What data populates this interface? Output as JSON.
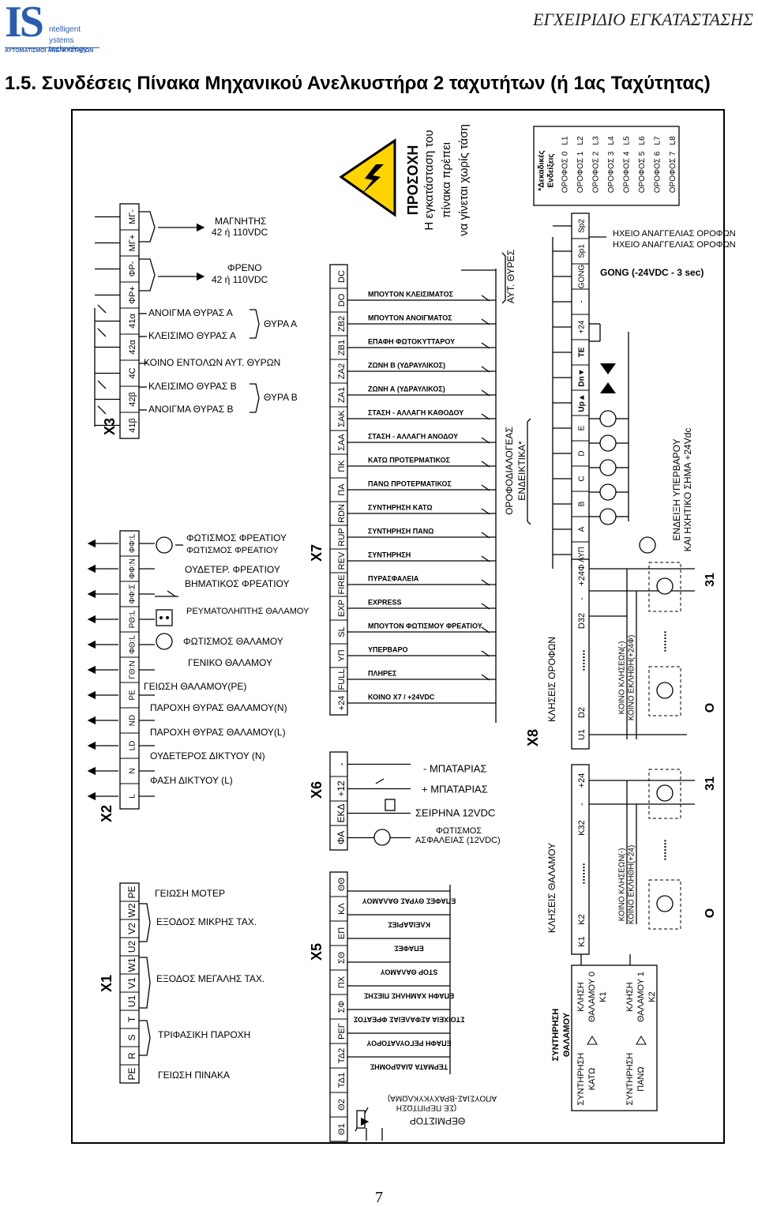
{
  "header": {
    "logo_main": "IS",
    "logo_line1": "ntelligent",
    "logo_line2": "ystems technology",
    "logo_tagline": "ΑΥΤΟΜΑΤΙΣΜΟΙ ΑΝΕΛΚΥΣΤΗΡΩΝ",
    "doc_title": "ΕΓΧΕΙΡΙΔΙΟ ΕΓΚΑΤΑΣΤΑΣΗΣ"
  },
  "section_title": "1.5. Συνδέσεις Πίνακα Μηχανικού Ανελκυστήρα 2 ταχυτήτων (ή 1ας Ταχύτητας)",
  "page_number": "7",
  "warning": {
    "title": "ΠΡΟΣΟΧΗ",
    "line1": "Η εγκατάσταση του",
    "line2": "πίνακα πρέπει",
    "line3": "να γίνεται χωρίς τάση"
  },
  "x3": {
    "label": "X3",
    "terminals": [
      "41β",
      "42β",
      "4C",
      "42α",
      "41α",
      "ΦΡ+",
      "ΦΡ-",
      "ΜΓ+",
      "ΜΓ-"
    ],
    "magnet": "ΜΑΓΝΗΤΗΣ",
    "magnet_v": "42 ή 110VDC",
    "brake": "ΦΡΕΝΟ",
    "brake_v": "42 ή 110VDC",
    "door_a_open": "ΑΝΟΙΓΜΑ ΘΥΡΑΣ Α",
    "door_a_close": "ΚΛΕΙΣΙΜΟ ΘΥΡΑΣ Α",
    "door_a": "ΘΥΡΑ Α",
    "common_auto": "ΚΟΙΝΟ ΕΝΤΟΛΩΝ ΑΥΤ. ΘΥΡΩΝ",
    "door_b_close": "ΚΛΕΙΣΙΜΟ ΘΥΡΑΣ Β",
    "door_b_open": "ΑΝΟΙΓΜΑ ΘΥΡΑΣ Β",
    "door_b": "ΘΥΡΑ Β"
  },
  "x2": {
    "label": "X2",
    "terminals": [
      "L",
      "N",
      "LD",
      "ND",
      "PE",
      "ΓΘ:N",
      "ΦΘ:L",
      "PΘ:L",
      "ΦΦ:Σ",
      "ΦΦ:N",
      "ΦΦ:L"
    ],
    "shaft_light": "ΦΩΤΙΣΜΟΣ ΦΡΕΑΤΙΟΥ",
    "shaft_neutral": "ΟΥΔΕΤΕΡ. ΦΡΕΑΤΙΟΥ",
    "shaft_step": "ΒΗΜΑΤΙΚΟΣ ΦΡΕΑΤΙΟΥ",
    "car_socket": "ΡΕΥΜΑΤΟΛΗΠΤΗΣ ΘΑΛΑΜΟΥ",
    "car_light": "ΦΩΤΙΣΜΟΣ ΘΑΛΑΜΟΥ",
    "car_general": "ΓΕΝΙΚΟ ΘΑΛΑΜΟΥ",
    "car_ground": "ΓΕΙΩΣΗ ΘΑΛΑΜΟΥ(PE)",
    "door_n": "ΠΑΡΟΧΗ ΘΥΡΑΣ ΘΑΛΑΜΟΥ(N)",
    "door_l": "ΠΑΡΟΧΗ ΘΥΡΑΣ ΘΑΛΑΜΟΥ(L)",
    "net_n": "ΟΥΔΕΤΕΡΟΣ ΔΙΚΤΥΟΥ (N)",
    "net_l": "ΦΑΣΗ ΔΙΚΤΥΟΥ (L)"
  },
  "x1": {
    "label": "X1",
    "terminals": [
      "PE",
      "R",
      "S",
      "T",
      "U1",
      "V1",
      "W1",
      "U2",
      "V2",
      "W2",
      "PE"
    ],
    "motor_ground": "ΓΕΙΩΣΗ ΜΟΤΕΡ",
    "low_speed": "ΕΞΟΔΟΣ ΜΙΚΡΗΣ ΤΑΧ.",
    "high_speed": "ΕΞΟΔΟΣ ΜΕΓΑΛΗΣ ΤΑΧ.",
    "three_phase": "ΤΡΙΦΑΣΙΚΗ ΠΑΡΟΧΗ",
    "panel_ground": "ΓΕΙΩΣΗ ΠΙΝΑΚΑ"
  },
  "x7": {
    "label": "X7",
    "terminals": [
      "+24",
      "FULL",
      "ΥΠ",
      "SL",
      "EXP",
      "FIRE",
      "REV",
      "RUP",
      "RDN",
      "ΠΑ",
      "ΠΚ",
      "ΣΑΑ",
      "ΣΑΚ",
      "ZA1",
      "ZA2",
      "ZB1",
      "ZB2",
      "DO",
      "DC"
    ],
    "lines": [
      "ΚΟΙΝΟ X7 / +24VDC",
      "ΠΛΗΡΕΣ",
      "ΥΠΕΡΒΑΡΟ",
      "ΜΠΟΥΤΟΝ ΦΩΤΙΣΜΟΥ ΦΡΕΑΤΙΟΥ",
      "EXPRESS",
      "ΠΥΡΑΣΦΑΛΕΙΑ",
      "ΣΥΝΤΗΡΗΣΗ",
      "ΣΥΝΤΗΡΗΣΗ ΠΑΝΩ",
      "ΣΥΝΤΗΡΗΣΗ ΚΑΤΩ",
      "ΠΑΝΩ ΠΡΟΤΕΡΜΑΤΙΚΟΣ",
      "ΚΑΤΩ ΠΡΟΤΕΡΜΑΤΙΚΟΣ",
      "ΣΤΑΣΗ - ΑΛΛΑΓΗ ΑΝΟΔΟΥ",
      "ΣΤΑΣΗ - ΑΛΛΑΓΗ ΚΑΘΟΔΟΥ",
      "ΖΩΝΗ Α (ΥΔΡΑΥΛΙΚΟΣ)",
      "ΖΩΝΗ Β (ΥΔΡΑΥΛΙΚΟΣ)",
      "ΕΠΑΦΗ ΦΩΤΟΚΥΤΤΑΡΟΥ",
      "ΜΠΟΥΤΟΝ ΑΝΟΙΓΜΑΤΟΣ",
      "ΜΠΟΥΤΟΝ ΚΛΕΙΣΙΜΑΤΟΣ"
    ],
    "auto_doors": "ΑΥΤ. ΘΥΡΕΣ"
  },
  "x6": {
    "label": "X6",
    "terminals": [
      "ΦΑ",
      "ΕΚΔ",
      "+12",
      "-"
    ],
    "bat_minus": "- ΜΠΑΤΑΡΙΑΣ",
    "bat_plus": "+ ΜΠΑΤΑΡΙΑΣ",
    "siren": "ΣΕΙΡΗΝΑ 12VDC",
    "safety_light1": "ΦΩΤΙΣΜΟΣ",
    "safety_light2": "ΑΣΦΑΛΕΙΑΣ (12VDC)"
  },
  "x5": {
    "label": "X5",
    "terminals": [
      "Θ1",
      "Θ2",
      "ΤΔ1",
      "ΤΔ2",
      "ΡΕΓ",
      "ΣΦ",
      "ΠΧ",
      "ΣΘ",
      "ΕΠ",
      "ΚΛ",
      "ΘΘ"
    ],
    "lines": [
      "ΕΠΑΦΕΣ ΘΥΡΑΣ ΘΑΛΑΜΟΥ",
      "ΚΛΕΙΔΑΡΙΕΣ",
      "ΕΠΑΦΕΣ",
      "STOP ΘΑΛΑΜΟΥ",
      "ΕΠΑΦΗ ΧΑΜΗΛΗΣ ΠΙΕΣΗΣ",
      "ΣΤΟΙΧΕΙΑ ΑΣΦΑΛΕΙΑΣ ΦΡΕΑΤΟΣ",
      "ΕΠΑΦΗ ΡΕΓΟΥΛΑΤΟΡΟΥ",
      "ΤΕΡΜΑΤΑ ΔΙΑΔΡΟΜΗΣ"
    ],
    "thermistor": "ΘΕΡΜΙΣΤΟΡ",
    "thermistor_note1": "(ΣΕ ΠΕΡΙΠΤΩΣΗ",
    "thermistor_note2": "ΑΠΟΥΣΙΑΣ-ΒΡΑΧΥΚΥΚΛΩΜΑ)"
  },
  "selector": {
    "title1": "ΟΡΟΦΟΔΙΑΛΟΓΕΑΣ",
    "title2": "ΕΝΔΕΙΚΤΙΚΑ*",
    "terminals": [
      "ΛΥΠ",
      "A",
      "B",
      "C",
      "D",
      "E",
      "Up▲",
      "Dn▼",
      "TE",
      "+24",
      "-",
      "GONG",
      "Sp1",
      "Sp2"
    ],
    "gong": "GONG (-24VDC - 3 sec)",
    "buzzer": "ΗΧΕΙΟ ΑΝΑΓΓΕΛΙΑΣ ΟΡΟΦΩΝ",
    "overload1": "ΕΝΔΕΙΞΗ ΥΠΕΡΒΑΡΟΥ",
    "overload2": "ΚΑΙ ΗΧΗΤΙΚΟ ΣΗΜΑ +24Vdc"
  },
  "decimal": {
    "title1": "*Δεκαδικές",
    "title2": "Ενδείξεις",
    "rows": [
      {
        "floor": "ΟΡΟΦΟΣ 0",
        "code": "L1"
      },
      {
        "floor": "ΟΡΟΦΟΣ 1",
        "code": "L2"
      },
      {
        "floor": "ΟΡΟΦΟΣ 2",
        "code": "L3"
      },
      {
        "floor": "ΟΡΟΦΟΣ 3",
        "code": "L4"
      },
      {
        "floor": "ΟΡΟΦΟΣ 4",
        "code": "L5"
      },
      {
        "floor": "ΟΡΟΦΟΣ 5",
        "code": "L6"
      },
      {
        "floor": "ΟΡΟΦΟΣ 6",
        "code": "L7"
      },
      {
        "floor": "ΟΡΟΦΟΣ 7",
        "code": "L8"
      }
    ]
  },
  "x8": {
    "label": "X8",
    "floor_calls": "ΚΛΗΣΕΙΣ ΟΡΟΦΩΝ",
    "floor_terms": [
      "U1",
      "D2",
      "D32",
      "-",
      "+24Φ"
    ],
    "floor_dots": ".......",
    "floor_common_neg": "ΚΟΙΝΟ ΚΛΗΣΕΩΝ(-)",
    "floor_common_pos": "ΚΟΙΝΟ ΕΚΛΗΘΗ(+24Φ)",
    "car_calls": "ΚΛΗΣΕΙΣ ΘΑΛΑΜΟΥ",
    "car_terms": [
      "K1",
      "K2",
      "K32",
      "-",
      "+24"
    ],
    "car_dots": ".......",
    "car_common_neg": "ΚΟΙΝΟ ΚΛΗΣΕΩΝ(-)",
    "car_common_pos": "ΚΟΙΝΟ ΕΚΛΗΘΗ(+24)",
    "o_label": "O",
    "n31_label": "31"
  },
  "maintenance": {
    "title1": "ΣΥΝΤΗΡΗΣΗ",
    "title2": "ΘΑΛΑΜΟΥ",
    "down1": "ΣΥΝΤΗΡΗΣΗ",
    "down2": "ΚΑΤΩ",
    "up1": "ΣΥΝΤΗΡΗΣΗ",
    "up2": "ΠΑΝΩ",
    "call0_1": "ΚΛΗΣΗ",
    "call0_2": "ΘΑΛΑΜΟΥ 0",
    "call0_3": "K1",
    "call1_1": "ΚΛΗΣΗ",
    "call1_2": "ΘΑΛΑΜΟΥ 1",
    "call1_3": "K2"
  }
}
